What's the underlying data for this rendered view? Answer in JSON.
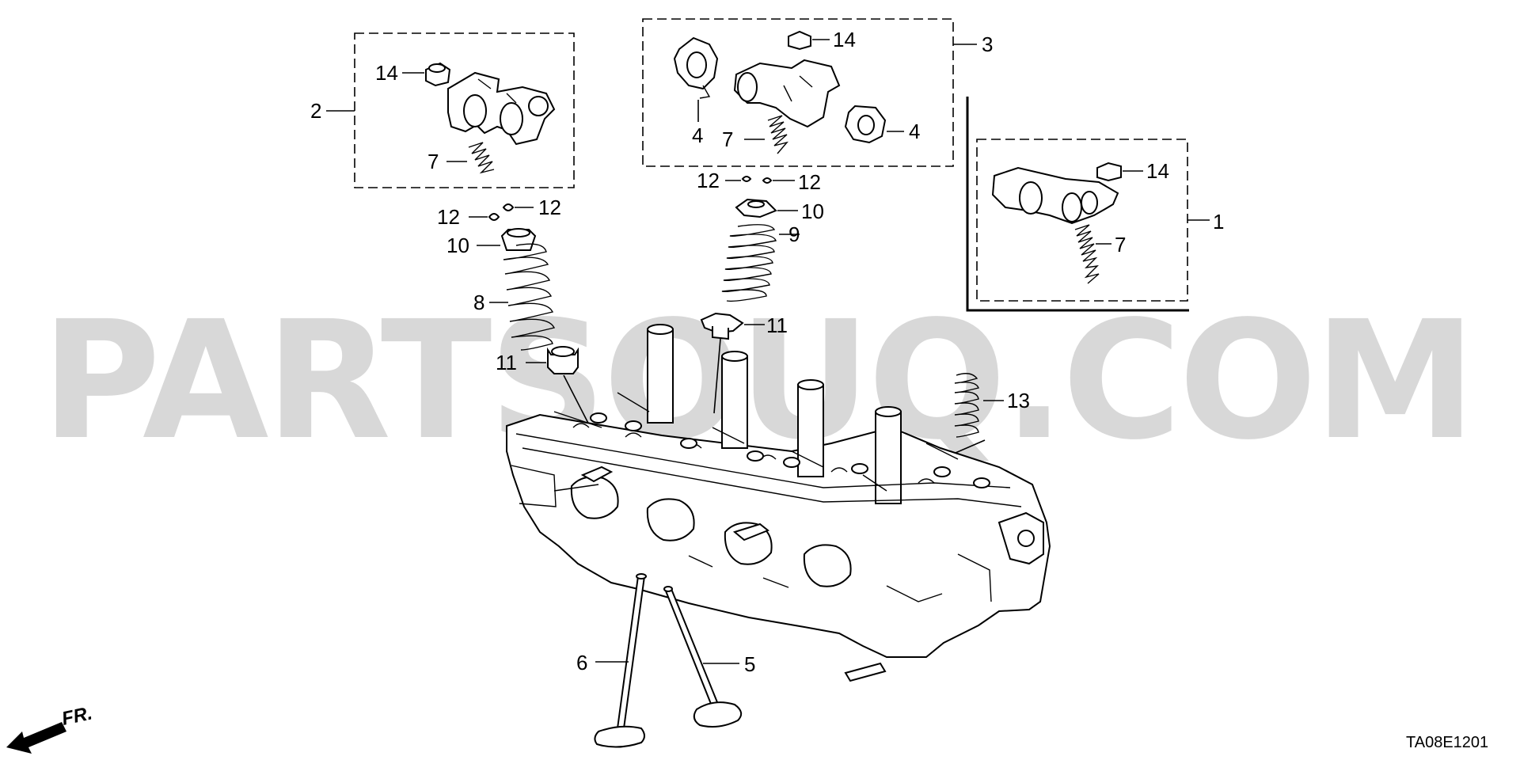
{
  "watermark": "PARTSOUQ.COM",
  "diagram_code": "TA08E1201",
  "front_marker": "FR.",
  "callouts": {
    "c1": "1",
    "c2": "2",
    "c3": "3",
    "c4a": "4",
    "c4b": "4",
    "c5": "5",
    "c6": "6",
    "c7a": "7",
    "c7b": "7",
    "c7c": "7",
    "c8": "8",
    "c9": "9",
    "c10a": "10",
    "c10b": "10",
    "c11a": "11",
    "c11b": "11",
    "c12a": "12",
    "c12b": "12",
    "c12c": "12",
    "c12d": "12",
    "c13": "13",
    "c14a": "14",
    "c14b": "14",
    "c14c": "14"
  },
  "icons": {
    "front_arrow": "arrow-down-left-icon"
  }
}
